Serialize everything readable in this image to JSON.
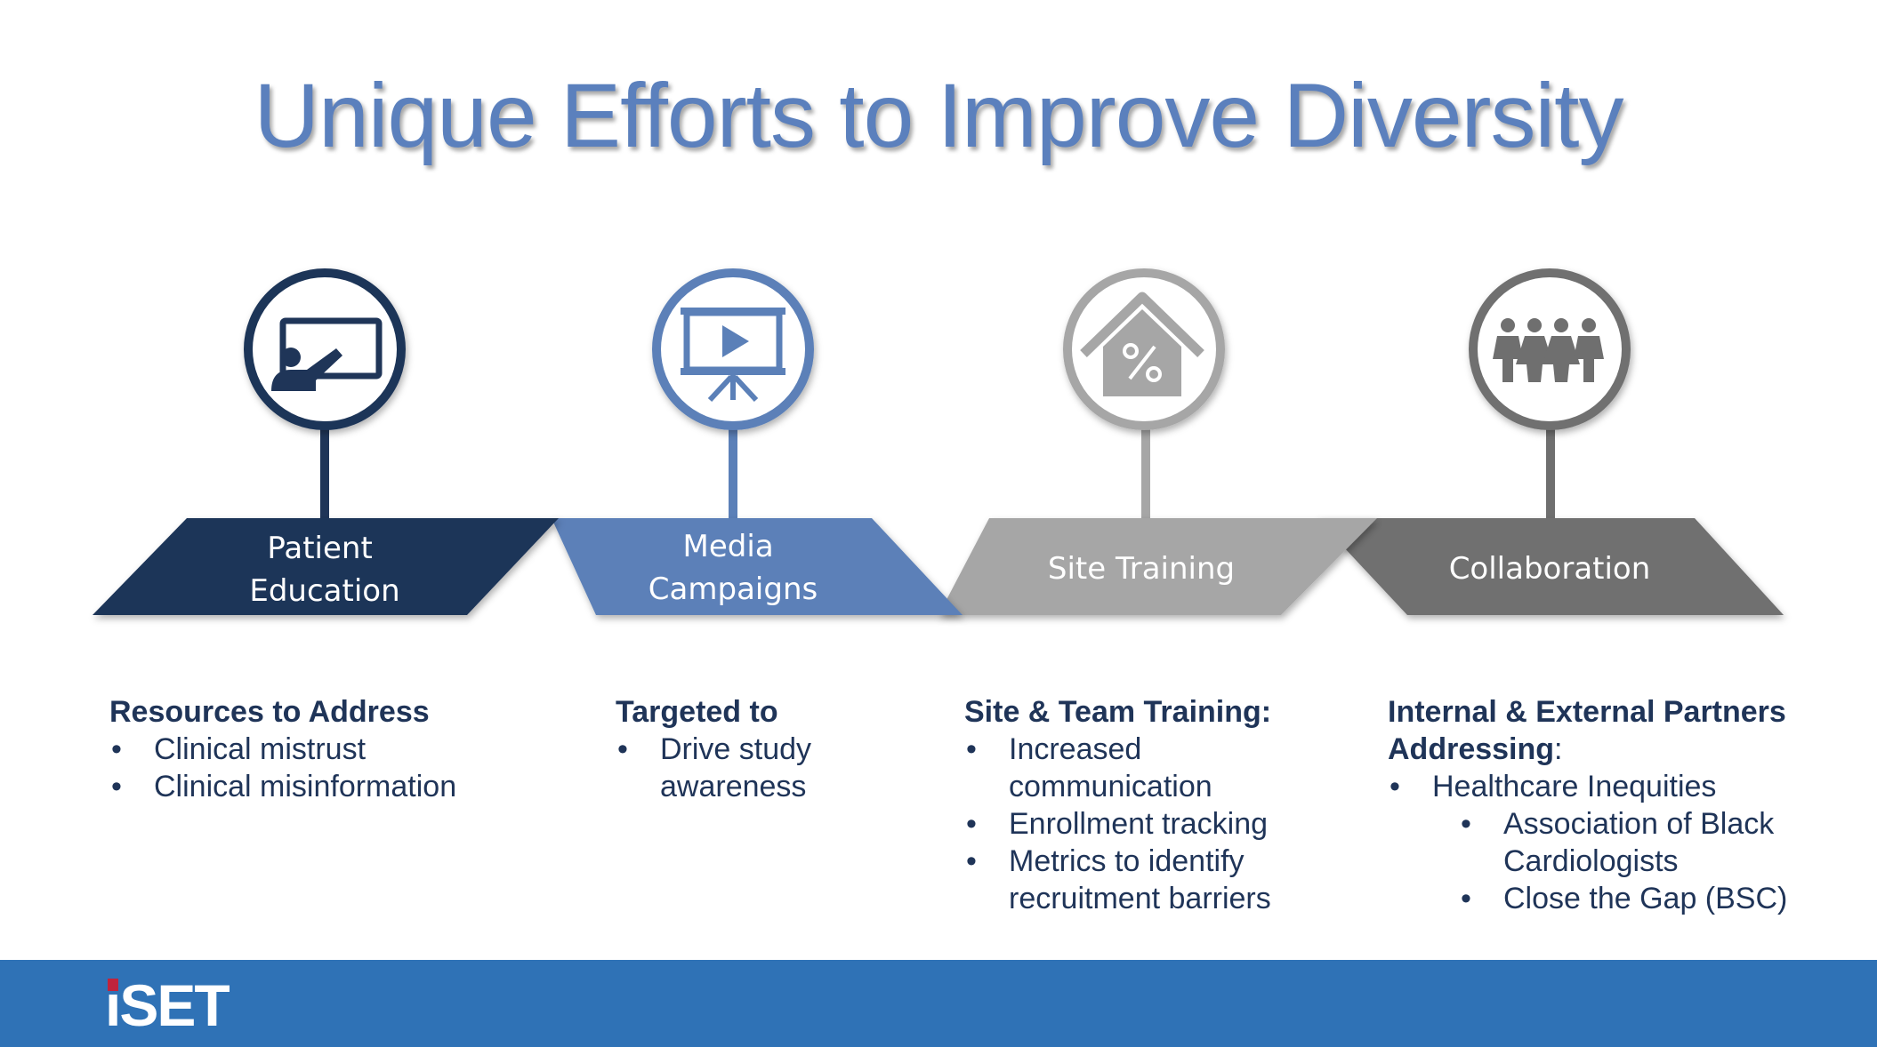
{
  "title": "Unique Efforts to Improve Diversity",
  "steps": [
    {
      "label_lines": [
        "Patient",
        "Education"
      ],
      "color": "#1f3558",
      "icon": "presentation-teacher-icon",
      "heading": "Resources to Address",
      "bullets": [
        "Clinical mistrust",
        "Clinical misinformation"
      ]
    },
    {
      "label_lines": [
        "Media",
        "Campaigns"
      ],
      "color": "#5b80b8",
      "icon": "projector-screen-play-icon",
      "heading": "Targeted to",
      "bullets": [
        "Drive study awareness"
      ]
    },
    {
      "label_lines": [
        "Site Training"
      ],
      "color": "#a6a6a6",
      "icon": "house-percent-icon",
      "heading": "Site & Team Training:",
      "bullets": [
        "Increased communication",
        "Enrollment tracking",
        "Metrics to identify recruitment barriers"
      ]
    },
    {
      "label_lines": [
        "Collaboration"
      ],
      "color": "#6f6f6f",
      "icon": "people-group-icon",
      "heading": "Internal & External Partners",
      "heading_bold_2": "Addressing",
      "heading_tail": ":",
      "bullets": [
        "Healthcare Inequities"
      ],
      "sub_bullets": [
        "Association of Black Cardiologists",
        "Close the Gap (BSC)"
      ]
    }
  ],
  "footer": {
    "logo_text": "iSET",
    "background": "#2f72b6"
  }
}
